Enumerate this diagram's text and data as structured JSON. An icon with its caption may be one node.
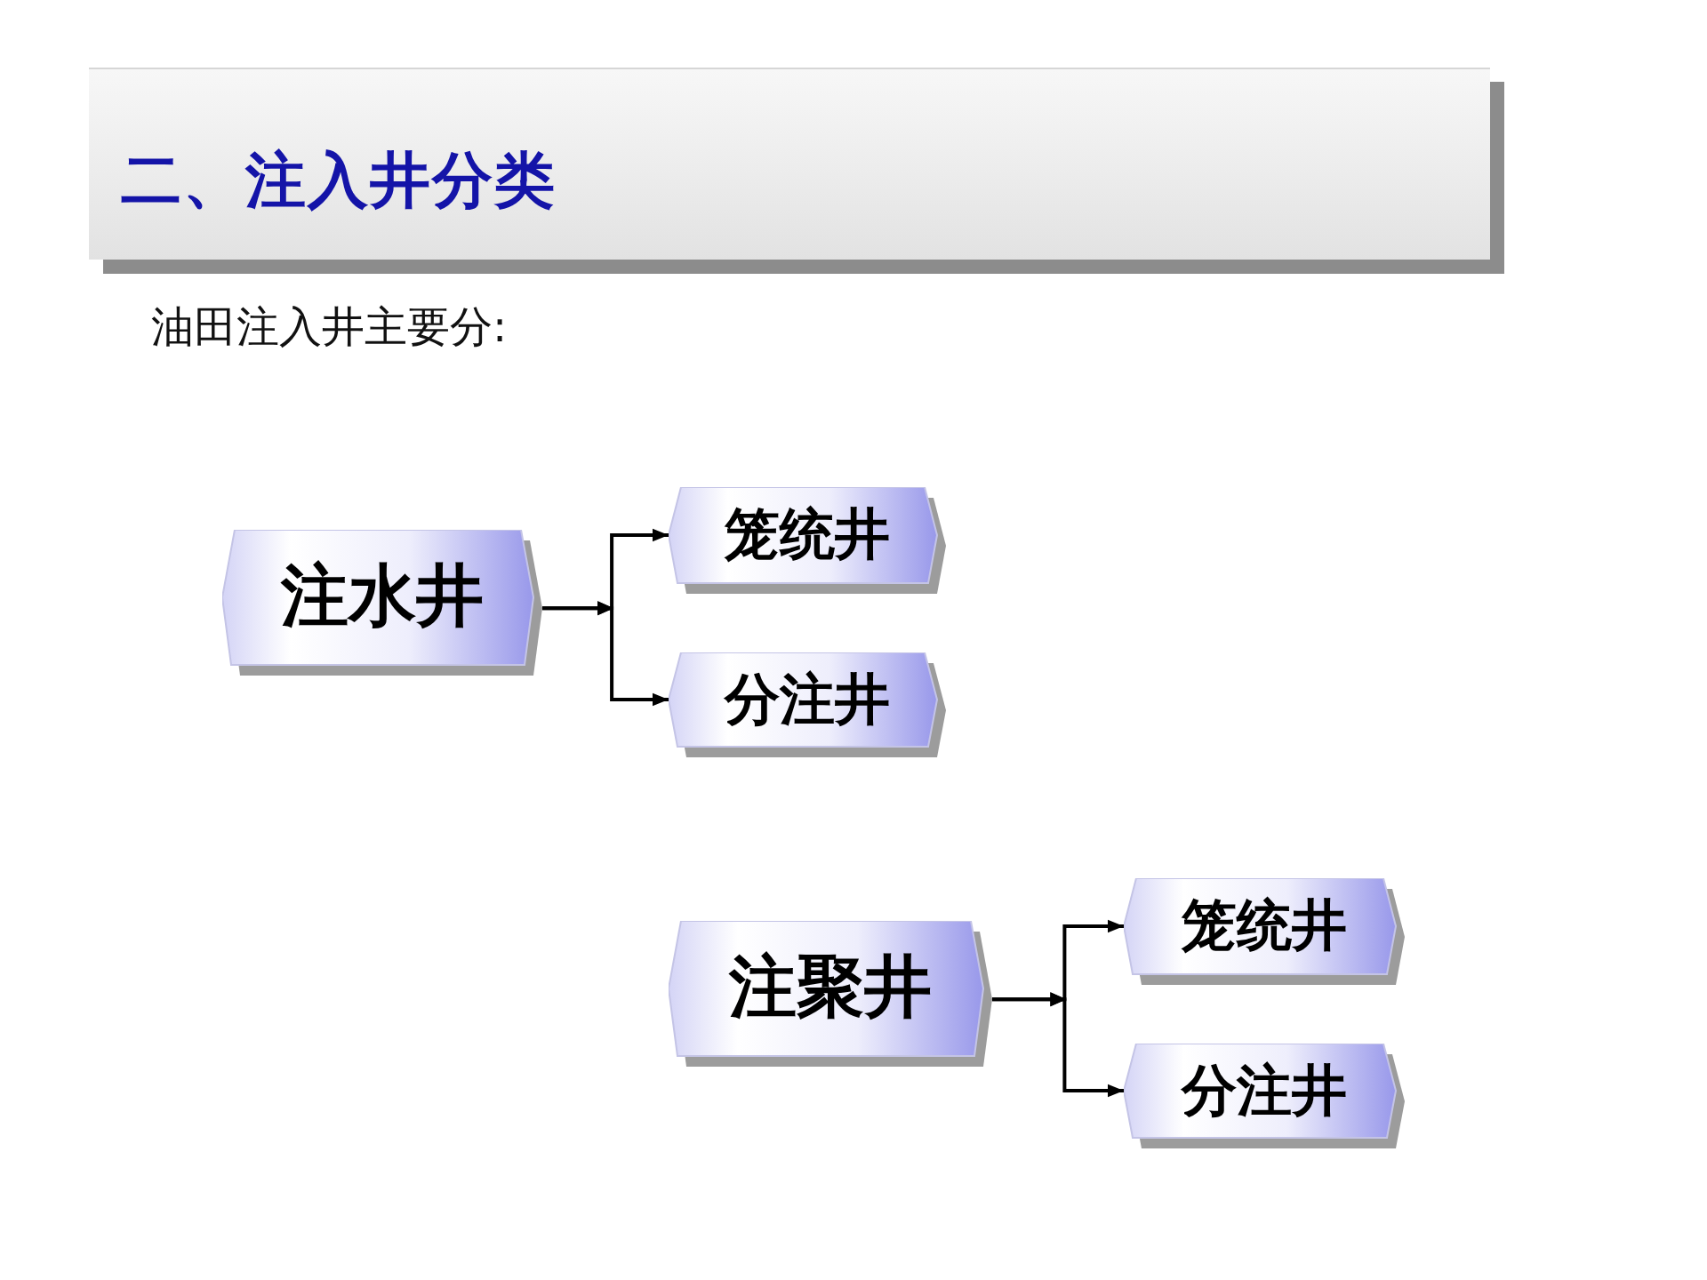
{
  "diagram": {
    "title": "二、注入井分类",
    "nodes": [
      {
        "text": [
          "注水井"
        ]
      },
      {
        "text": [
          "笼统井"
        ]
      },
      {
        "text": [
          "分注井"
        ]
      },
      {
        "text": [
          "注聚井"
        ]
      },
      {
        "text": [
          "笼统井"
        ]
      },
      {
        "text": [
          "分注井"
        ]
      }
    ],
    "edges": [
      {
        "from": 0,
        "to": 1,
        "arrow": "to"
      },
      {
        "from": 0,
        "to": 2,
        "arrow": "to"
      },
      {
        "from": 3,
        "to": 4,
        "arrow": "to"
      },
      {
        "from": 3,
        "to": 5,
        "arrow": "to"
      }
    ],
    "labels": [
      "油田注入井主要分:"
    ]
  }
}
